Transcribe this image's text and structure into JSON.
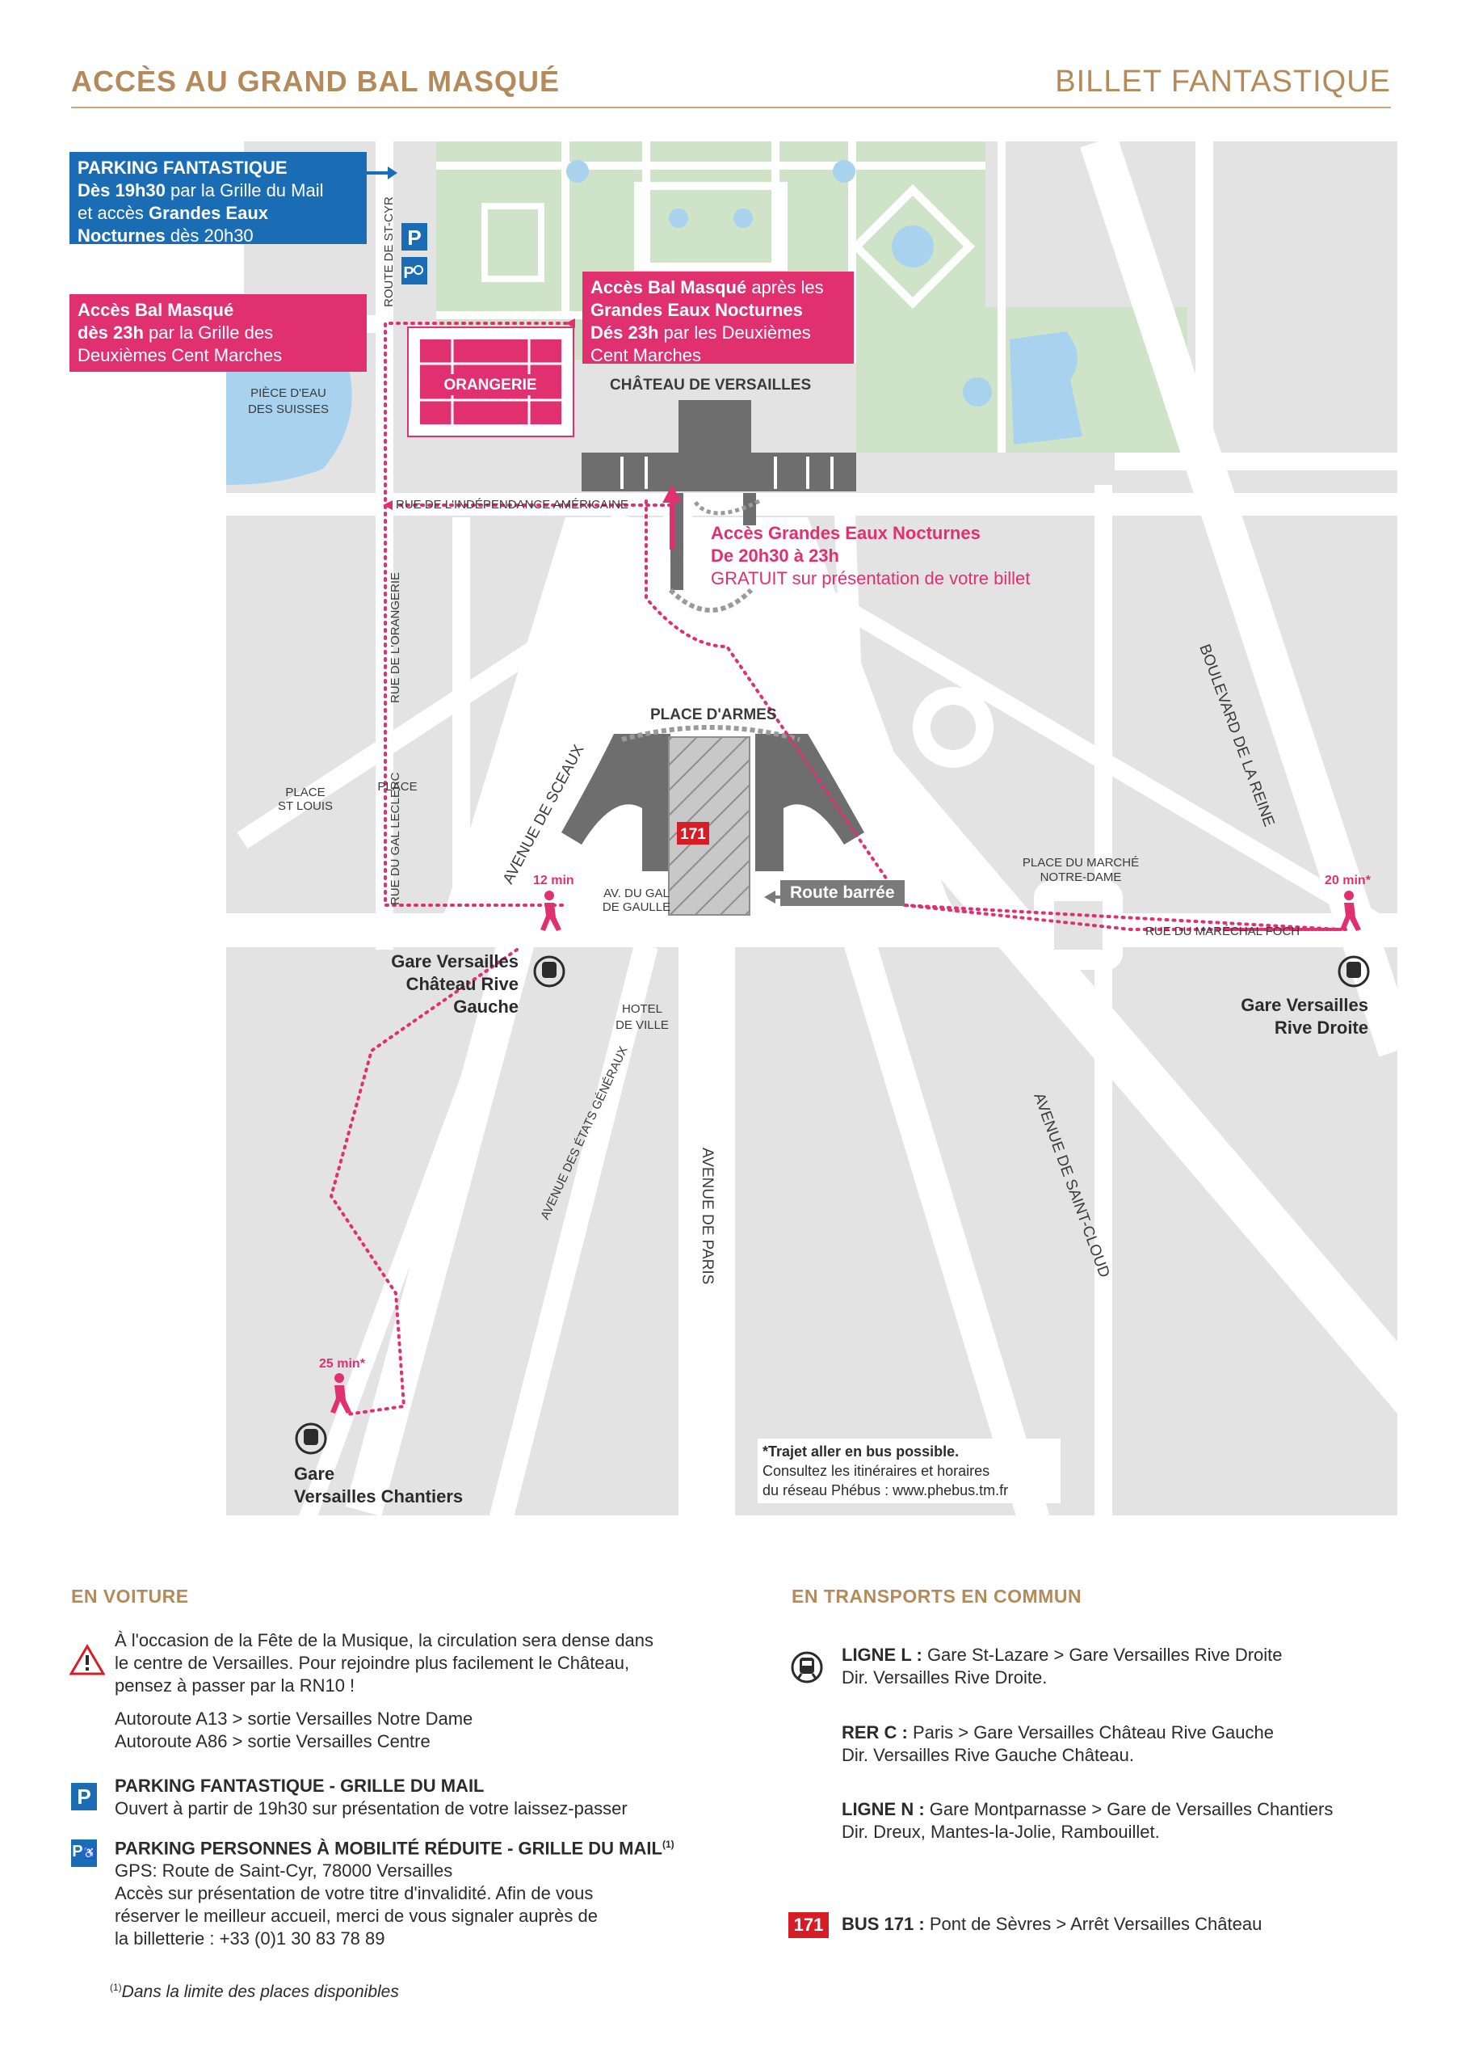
{
  "header": {
    "title": "ACCÈS AU GRAND BAL MASQUÉ",
    "subtitle": "BILLET FANTASTIQUE"
  },
  "map": {
    "boxes": {
      "parking": {
        "l1": "PARKING FANTASTIQUE",
        "l2a": "Dès 19h30",
        "l2b": " par la Grille du Mail",
        "l3a": "et accès ",
        "l3b": "Grandes Eaux",
        "l4a": "Nocturnes",
        "l4b": " dès 20h30"
      },
      "bal_left": {
        "l1": "Accès Bal Masqué",
        "l2a": "dès 23h",
        "l2b": " par la Grille des",
        "l3": "Deuxièmes Cent Marches"
      },
      "bal_right": {
        "l1a": "Accès Bal Masqué",
        "l1b": " après les",
        "l2": "Grandes Eaux Nocturnes",
        "l3a": "Dés 23h",
        "l3b": " par les Deuxièmes",
        "l4": "Cent Marches"
      }
    },
    "access_grandes_eaux": {
      "l1": "Accès Grandes Eaux Nocturnes",
      "l2": "De 20h30 à 23h",
      "l3": "GRATUIT sur présentation de votre billet"
    },
    "labels": {
      "route_st_cyr": "ROUTE DE ST-CYR",
      "orangerie": "ORANGERIE",
      "piece_eau_1": "PIÈCE D'EAU",
      "piece_eau_2": "DES SUISSES",
      "chateau": "CHÂTEAU DE VERSAILLES",
      "rue_independance": "RUE DE L'INDÉPENDANCE AMÉRICAINE",
      "rue_orangerie": "RUE DE L'ORANGERIE",
      "place_armes": "PLACE D'ARMES",
      "place_st_louis_1": "PLACE",
      "place_st_louis_2": "ST LOUIS",
      "avenue_sceaux": "AVENUE DE SCEAUX",
      "rue_gal_leclerc": "RUE DU GAL LECLERC",
      "av_gal_gaulle_1": "AV. DU GAL",
      "av_gal_gaulle_2": "DE GAULLE",
      "hotel_ville_1": "HOTEL",
      "hotel_ville_2": "DE VILLE",
      "avenue_etats": "AVENUE DES ÉTATS GÉNÉRAUX",
      "avenue_paris": "AVENUE DE PARIS",
      "avenue_st_cloud": "AVENUE DE SAINT-CLOUD",
      "bd_reine": "BOULEVARD DE LA REINE",
      "place_marche_1": "PLACE DU MARCHÉ",
      "place_marche_2": "NOTRE-DAME",
      "rue_foch": "RUE DU MARÉCHAL FOCH",
      "route_barree": "Route barrée",
      "bus_number": "171"
    },
    "walk_times": {
      "rive_gauche": "12 min",
      "rive_droite": "20 min*",
      "chantiers": "25 min*"
    },
    "stations": {
      "rive_gauche_1": "Gare Versailles",
      "rive_gauche_2": "Château Rive Gauche",
      "rive_droite_1": "Gare Versailles",
      "rive_droite_2": "Rive Droite",
      "chantiers_1": "Gare",
      "chantiers_2": "Versailles Chantiers"
    },
    "note": {
      "l1": "*Trajet aller en bus possible.",
      "l2": "Consultez les itinéraires et horaires",
      "l3": "du réseau Phébus : www.phebus.tm.fr"
    }
  },
  "en_voiture": {
    "title": "EN VOITURE",
    "warning_1": "À l'occasion de la Fête de la Musique, la circulation sera dense dans",
    "warning_2": "le centre de Versailles. Pour rejoindre plus facilement le Château,",
    "warning_3": "pensez à passer par la RN10 !",
    "autoroute_1": "Autoroute A13 > sortie Versailles Notre Dame",
    "autoroute_2": "Autoroute A86 > sortie Versailles Centre",
    "parking_title": "PARKING FANTASTIQUE - GRILLE DU MAIL",
    "parking_text": "Ouvert à partir de 19h30 sur présentation de votre laissez-passer",
    "pmr_title": "PARKING PERSONNES À MOBILITÉ RÉDUITE - GRILLE DU MAIL",
    "pmr_sup": "(1)",
    "pmr_1": "GPS: Route de Saint-Cyr, 78000 Versailles",
    "pmr_2": "Accès sur présentation de votre titre d'invalidité. Afin de vous",
    "pmr_3": "réserver le meilleur accueil, merci de vous signaler auprès de",
    "pmr_4": "la billetterie : +33 (0)1 30 83 78 89",
    "parking_icon": "P"
  },
  "transports": {
    "title": "EN TRANSPORTS EN COMMUN",
    "ligne_l_label": "LIGNE L :",
    "ligne_l_1": " Gare St-Lazare > Gare Versailles Rive Droite",
    "ligne_l_2": "Dir. Versailles Rive Droite.",
    "rer_c_label": "RER C :",
    "rer_c_1": " Paris > Gare Versailles Château Rive Gauche",
    "rer_c_2": "Dir. Versailles Rive Gauche Château.",
    "ligne_n_label": "LIGNE N :",
    "ligne_n_1": " Gare Montparnasse > Gare de Versailles Chantiers",
    "ligne_n_2": "Dir. Dreux, Mantes-la-Jolie, Rambouillet.",
    "bus_badge": "171",
    "bus_label": "BUS 171 :",
    "bus_text": " Pont de Sèvres > Arrêt Versailles Château"
  },
  "footnote": {
    "sup": "(1)",
    "text": "Dans la limite des places disponibles"
  },
  "colors": {
    "gold": "#b48a5a",
    "pink": "#e0306f",
    "blue": "#1a6db5",
    "gray_building": "#6e6e6e",
    "road": "#ffffff",
    "block": "#e3e3e3",
    "garden": "#cfe3c9",
    "water": "#a8d2ee"
  }
}
